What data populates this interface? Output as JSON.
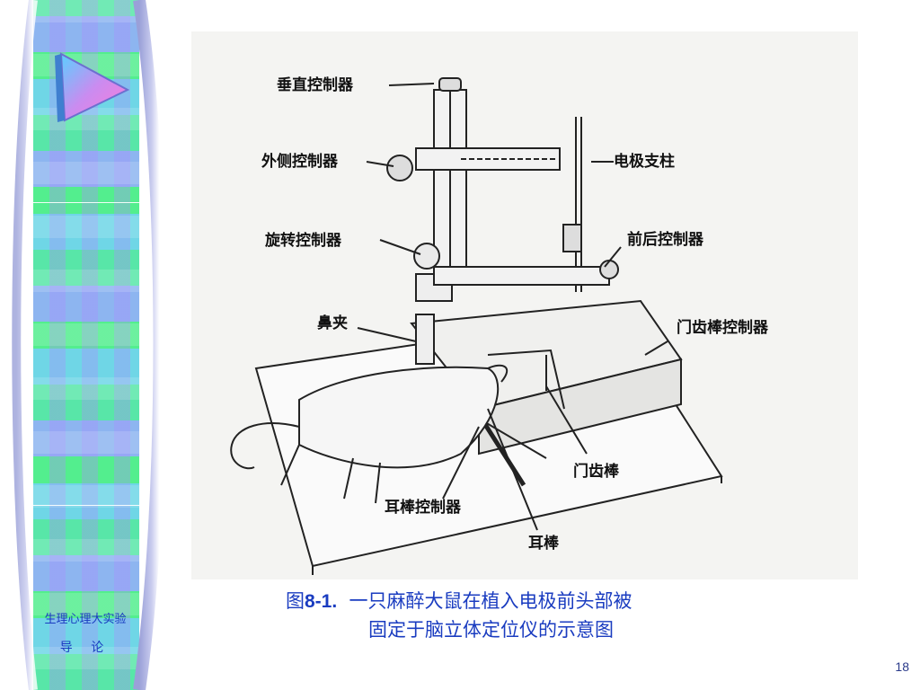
{
  "sidebar": {
    "course_title": "生理心理大实验",
    "section": "导 论"
  },
  "figure": {
    "labels": {
      "vertical": "垂直控制器",
      "lateral": "外侧控制器",
      "electrode_post": "电极支柱",
      "rotation": "旋转控制器",
      "anteroposterior": "前后控制器",
      "nose_clamp": "鼻夹",
      "incisor_bar_ctrl": "门齿棒控制器",
      "incisor_bar": "门齿棒",
      "ear_bar_ctrl": "耳棒控制器",
      "ear_bar": "耳棒"
    }
  },
  "caption": {
    "prefix": "图",
    "number": "8-1.",
    "line1": "一只麻醉大鼠在植入电极前头部被",
    "line2": "固定于脑立体定位仪的示意图"
  },
  "page_number": "18",
  "colors": {
    "accent": "#1a3cc0",
    "sidebar_green": "#58e6a8",
    "sidebar_blue": "#8db5f0"
  }
}
